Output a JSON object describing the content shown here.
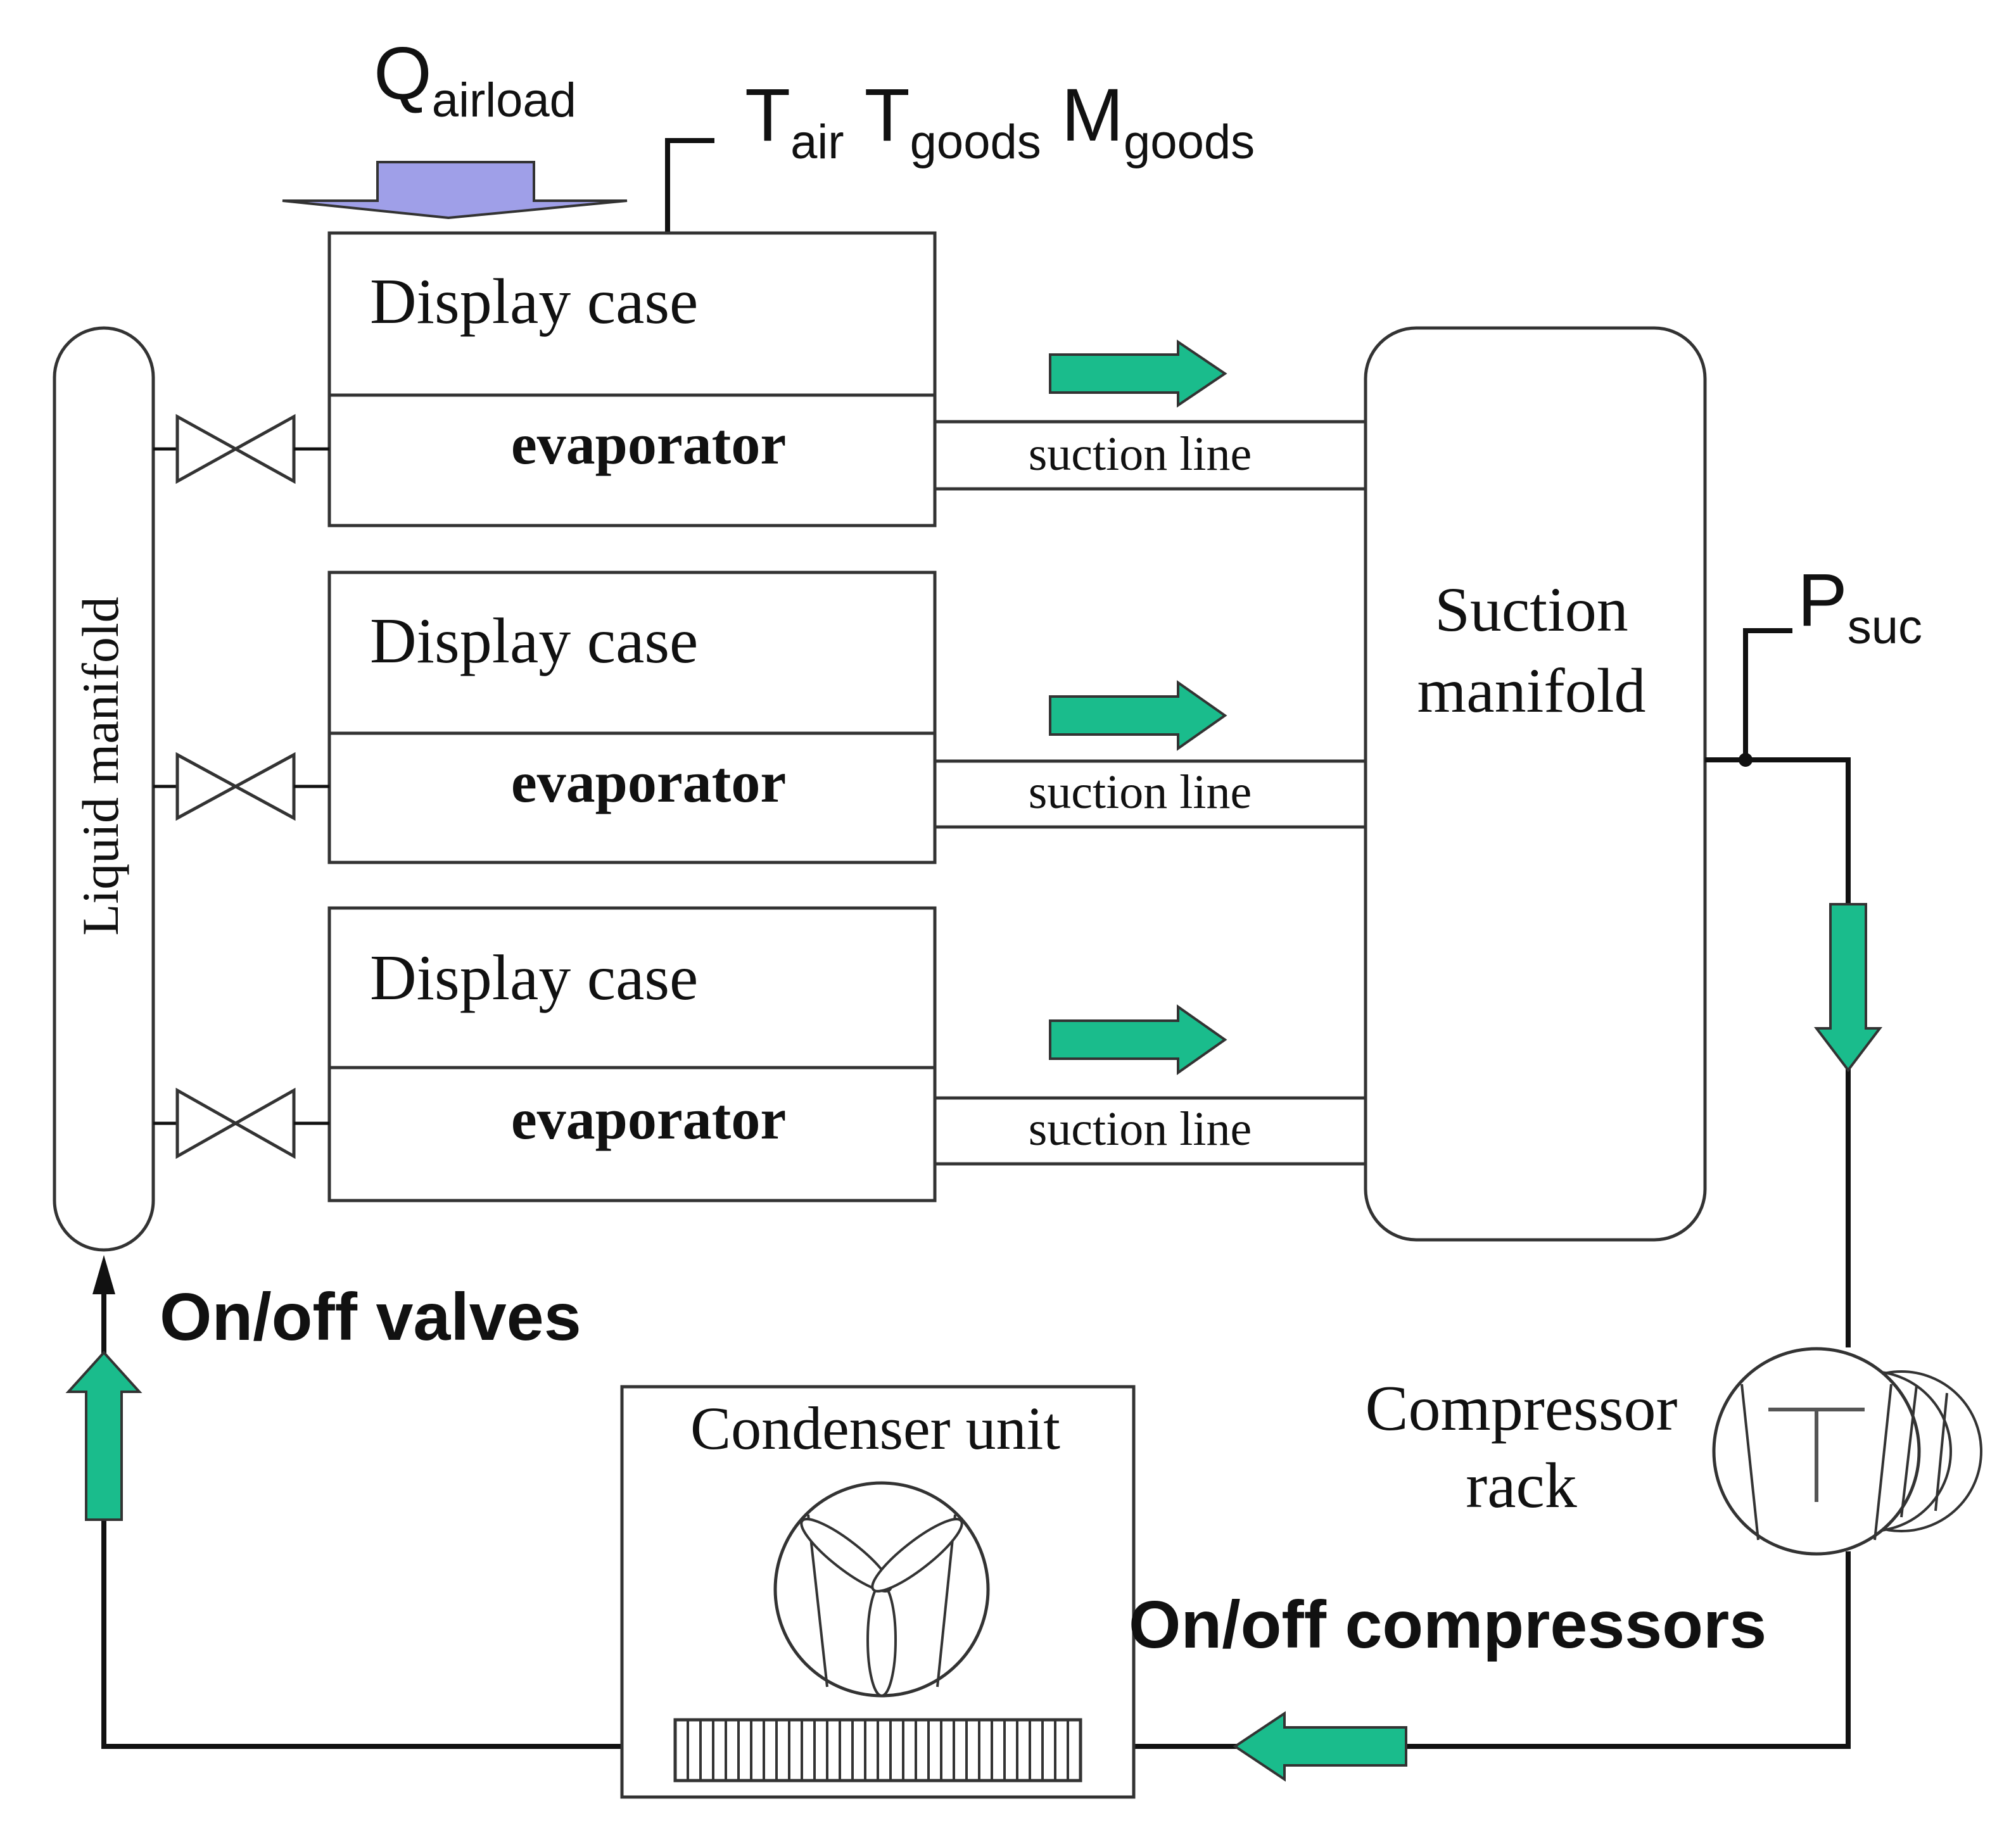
{
  "heat_load": {
    "symbol": "Q",
    "subscript": "airload"
  },
  "measurements": {
    "t_air": {
      "symbol": "T",
      "subscript": "air"
    },
    "t_goods": {
      "symbol": "T",
      "subscript": "goods"
    },
    "m_goods": {
      "symbol": "M",
      "subscript": "goods"
    }
  },
  "suction_pressure": {
    "symbol": "P",
    "subscript": "suc"
  },
  "liquid_manifold_label": "Liquid manifold",
  "display_cases": [
    {
      "case_label": "Display case",
      "evaporator_label": "evaporator",
      "suction_line_label": "suction line"
    },
    {
      "case_label": "Display case",
      "evaporator_label": "evaporator",
      "suction_line_label": "suction line"
    },
    {
      "case_label": "Display case",
      "evaporator_label": "evaporator",
      "suction_line_label": "suction line"
    }
  ],
  "suction_manifold": {
    "line1": "Suction",
    "line2": "manifold"
  },
  "compressor_rack": {
    "line1": "Compressor",
    "line2": "rack"
  },
  "condenser_label": "Condenser unit",
  "valves_label": "On/off valves",
  "compressors_label": "On/off compressors",
  "colors": {
    "flow_arrow": "#1abc8c",
    "heat_arrow": "#9f9fe8",
    "line": "#111111",
    "box_stroke": "#333333"
  }
}
